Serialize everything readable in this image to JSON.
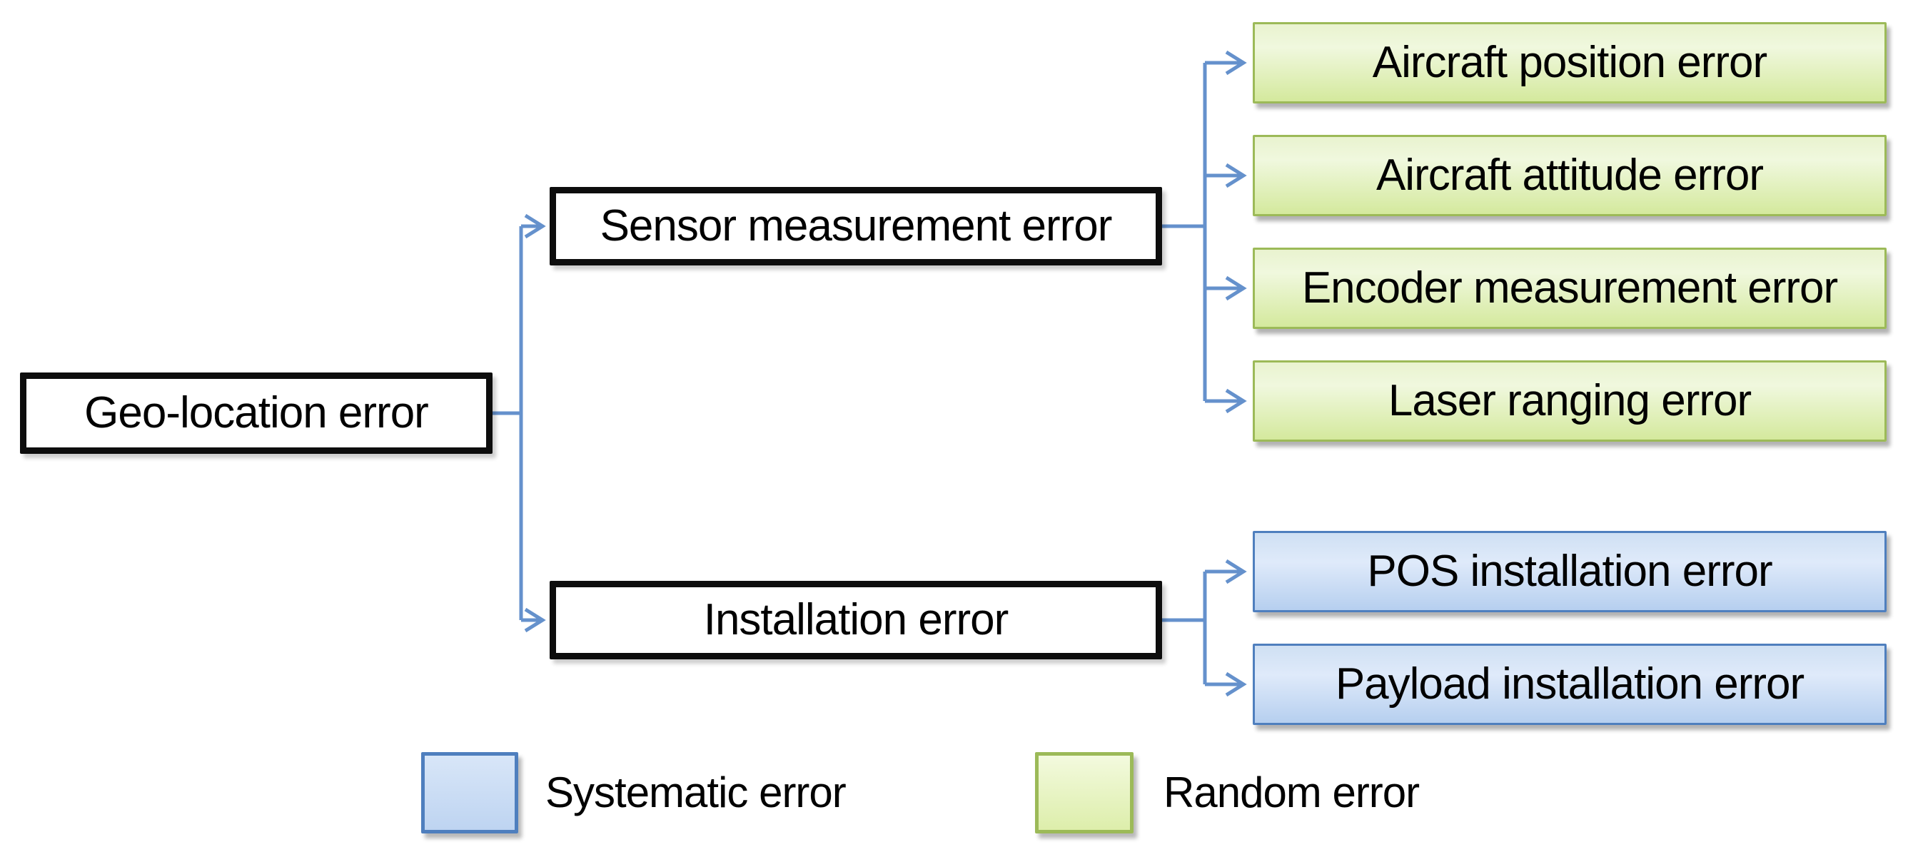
{
  "diagram": {
    "root": {
      "label": "Geo-location error"
    },
    "branches": [
      {
        "label": "Sensor measurement error"
      },
      {
        "label": "Installation error"
      }
    ],
    "sensor_children": [
      {
        "label": "Aircraft position error",
        "category": "random"
      },
      {
        "label": "Aircraft attitude error",
        "category": "random"
      },
      {
        "label": "Encoder measurement error",
        "category": "random"
      },
      {
        "label": "Laser ranging error",
        "category": "random"
      }
    ],
    "installation_children": [
      {
        "label": "POS installation error",
        "category": "systematic"
      },
      {
        "label": "Payload installation error",
        "category": "systematic"
      }
    ],
    "legend": [
      {
        "label": "Systematic error",
        "swatch_color": "#bed4f1"
      },
      {
        "label": "Random error",
        "swatch_color": "#ddeeab"
      }
    ],
    "colors": {
      "connector": "#6591cc",
      "random_border": "#9cba58",
      "random_fill_top": "#e9f3cf",
      "random_fill_bottom": "#d4e99d",
      "systematic_border": "#4f7fbe",
      "systematic_fill_top": "#cfe0f3",
      "systematic_fill_bottom": "#b6cfef",
      "plain_border": "#0d0d0d",
      "text": "#000000",
      "background": "#ffffff"
    }
  }
}
